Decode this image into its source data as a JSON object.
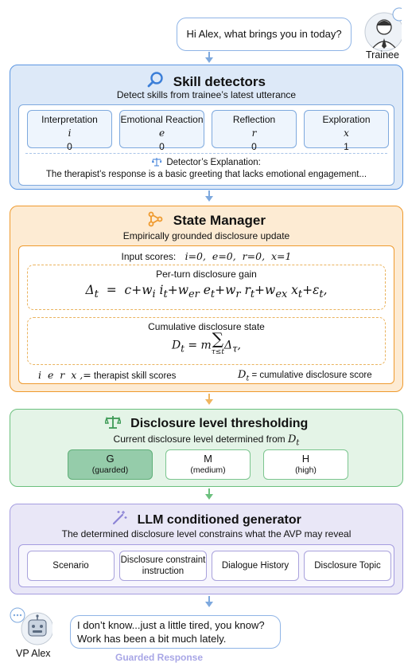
{
  "trainee": {
    "utterance": "Hi Alex, what brings you in today?",
    "label": "Trainee"
  },
  "skill": {
    "title": "Skill detectors",
    "subtitle": "Detect skills from trainee’s latest utterance",
    "cards": [
      {
        "name": "Interpretation",
        "symbol": "i",
        "score": "0"
      },
      {
        "name": "Emotional Reaction",
        "symbol": "e",
        "score": "0"
      },
      {
        "name": "Reflection",
        "symbol": "r",
        "score": "0"
      },
      {
        "name": "Exploration",
        "symbol": "x",
        "score": "1"
      }
    ],
    "explanation_title": "Detector’s Explanation:",
    "explanation": "The therapist’s response is a basic greeting that lacks emotional engagement..."
  },
  "state": {
    "title": "State Manager",
    "subtitle": "Empirically grounded disclosure update",
    "input_label": "Input scores:",
    "input_values": "i=0,  e=0,  r=0,  x=1",
    "gain_title": "Per-turn disclosure gain",
    "cumulative_title": "Cumulative disclosure state",
    "legend_symbols": "i  e  r  x ,=",
    "legend_left": "therapist skill scores",
    "legend_right_symbol": "D",
    "legend_right_sub": "t",
    "legend_right": "=  cumulative disclosure score"
  },
  "threshold": {
    "title": "Disclosure level thresholding",
    "subtitle": "Current disclosure level determined from",
    "subtitle_symbol": "D",
    "subtitle_sub": "t",
    "levels": [
      {
        "code": "G",
        "name": "(guarded)",
        "active": true
      },
      {
        "code": "M",
        "name": "(medium)",
        "active": false
      },
      {
        "code": "H",
        "name": "(high)",
        "active": false
      }
    ]
  },
  "generator": {
    "title": "LLM conditioned generator",
    "subtitle": "The determined disclosure level constrains what the AVP may reveal",
    "items": [
      "Scenario",
      "Disclosure constraint instruction",
      "Dialogue History",
      "Disclosure Topic"
    ]
  },
  "vp": {
    "response": "I don’t know...just a little tired, you know? Work has been a bit much lately.",
    "label": "VP Alex",
    "caption": "Guarded Response"
  },
  "colors": {
    "skill": "#3b7ed8",
    "state": "#ef9a2e",
    "threshold": "#55b06b",
    "generator": "#8c84d6"
  }
}
